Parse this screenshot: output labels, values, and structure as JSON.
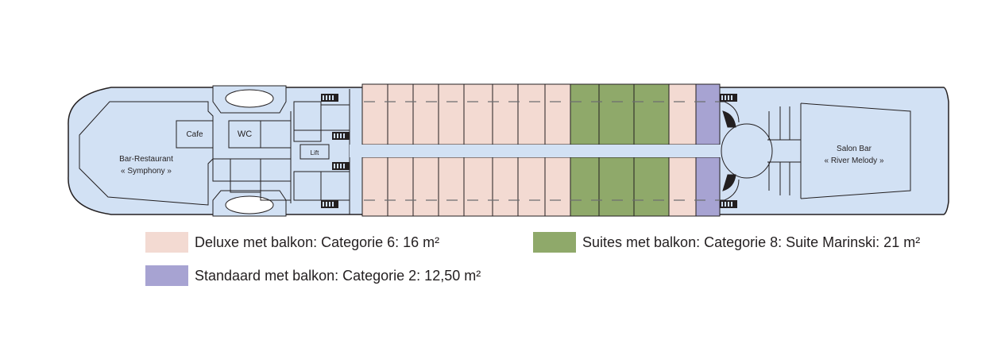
{
  "labels": {
    "bar_restaurant": "Bar-Restaurant",
    "bar_restaurant_name": "« Symphony »",
    "cafe": "Cafe",
    "wc": "WC",
    "lift": "Lift",
    "salon_bar": "Salon Bar",
    "salon_bar_name": "« River Melody »"
  },
  "legend": [
    {
      "id": "deluxe",
      "label": "Deluxe met balkon: Categorie 6: 16 m²",
      "color": "#f3dad2"
    },
    {
      "id": "suites",
      "label": "Suites met balkon: Categorie 8: Suite Marinski: 21 m²",
      "color": "#8fa96a"
    },
    {
      "id": "standaard",
      "label": "Standaard met balkon: Categorie 2: 12,50 m²",
      "color": "#a7a3d2"
    }
  ],
  "colors": {
    "hull": "#d2e1f4",
    "outline": "#231f20",
    "deluxe": "#f3dad2",
    "suite": "#8fa96a",
    "standard": "#a7a3d2",
    "stairs": "#231f20"
  }
}
